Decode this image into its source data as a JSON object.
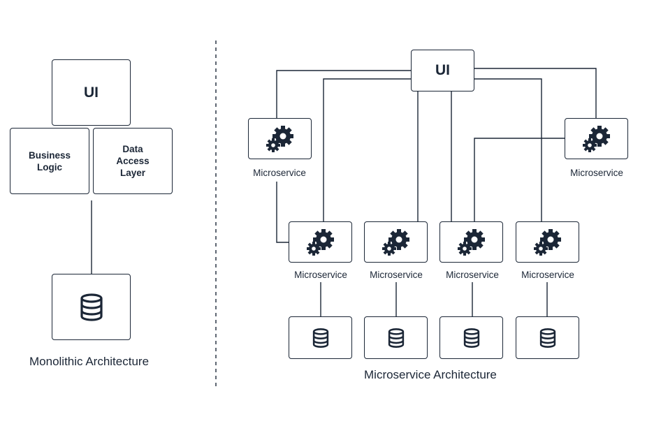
{
  "monolith": {
    "ui_label": "UI",
    "business_logic_label": "Business\nLogic",
    "data_access_label": "Data\nAccess\nLayer",
    "database_icon": "database-icon",
    "title": "Monolithic Architecture"
  },
  "microservices": {
    "ui_label": "UI",
    "service_label": "Microservice",
    "service_icon": "gears-icon",
    "database_icon": "database-icon",
    "title": "Microservice Architecture"
  },
  "colors": {
    "stroke": "#1b2636",
    "background": "#ffffff"
  }
}
